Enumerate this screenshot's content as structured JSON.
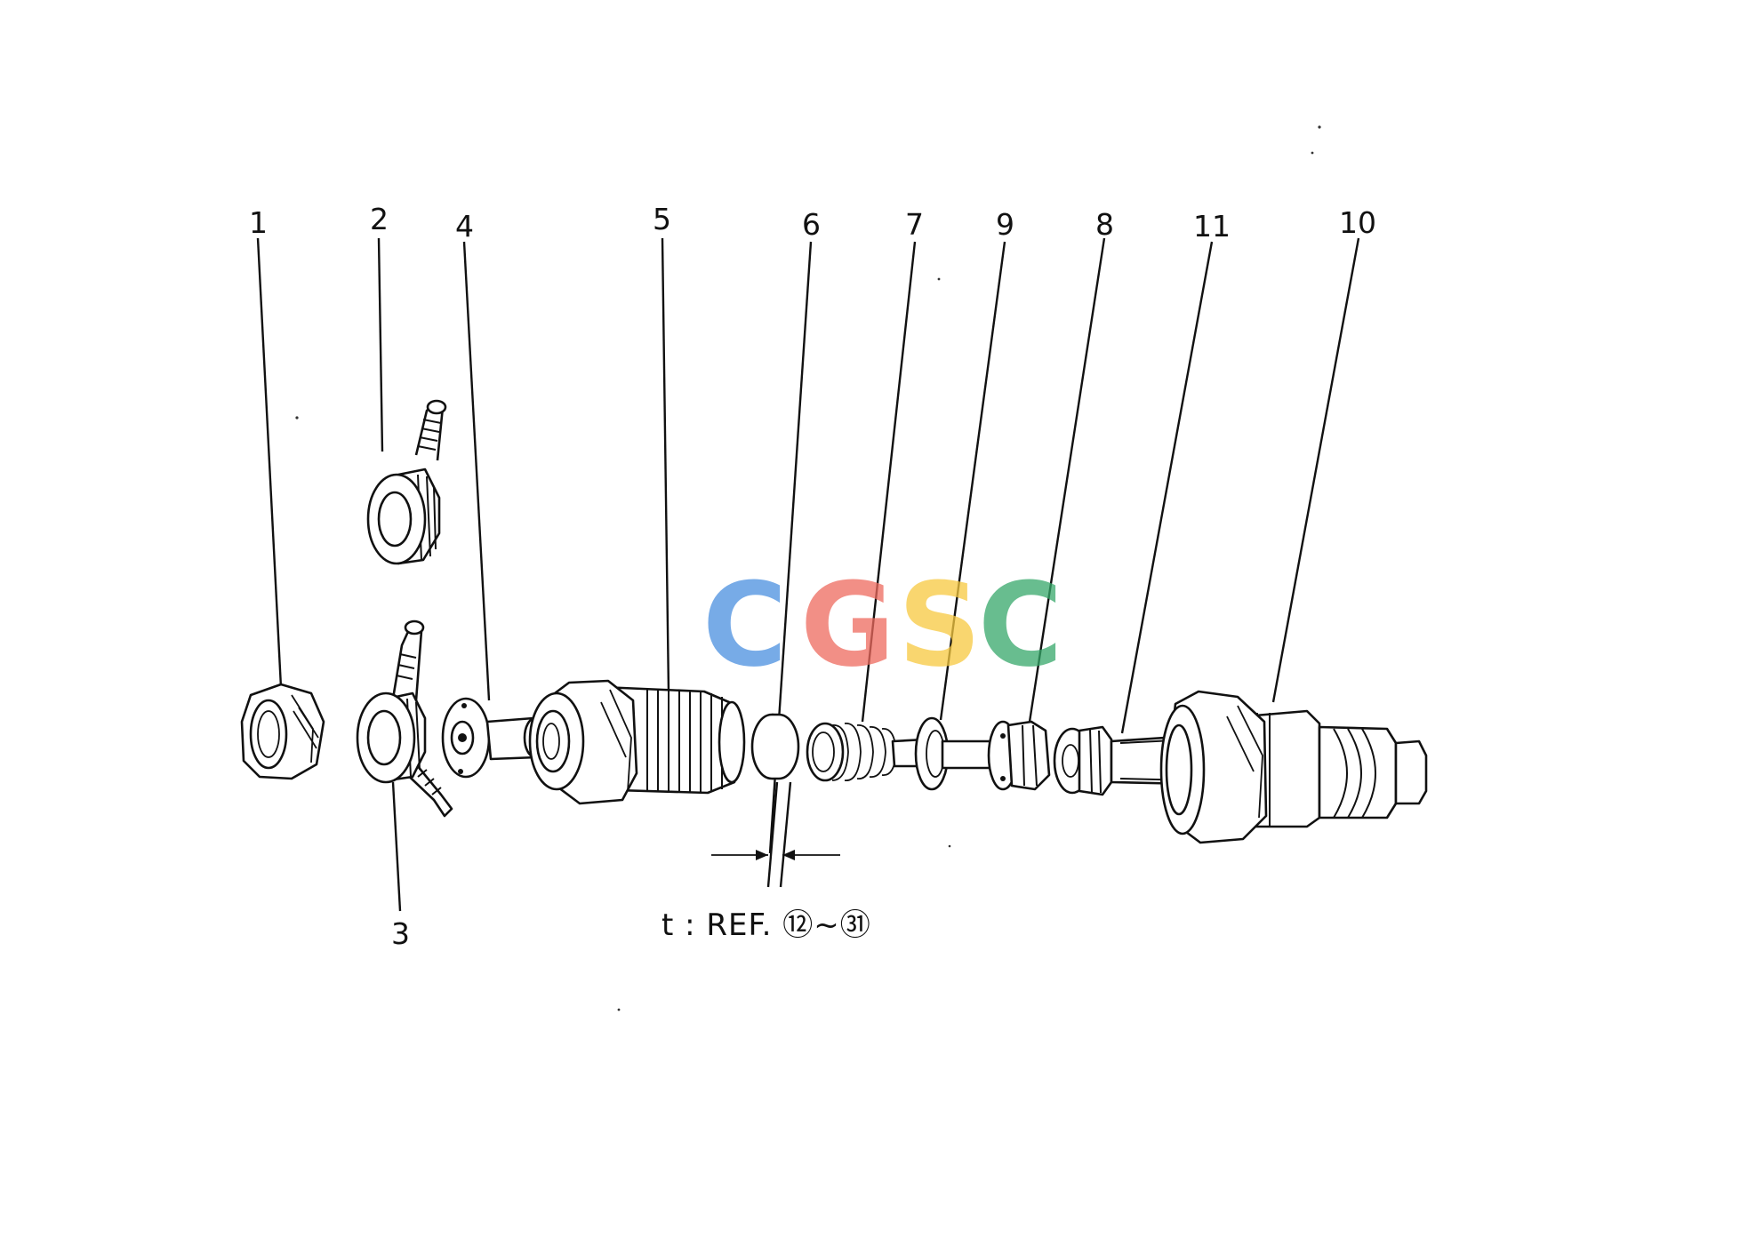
{
  "part_labels": {
    "p1": "1",
    "p2": "2",
    "p3": "3",
    "p4": "4",
    "p5": "5",
    "p6": "6",
    "p7": "7",
    "p8": "8",
    "p9": "9",
    "p10": "10",
    "p11": "11"
  },
  "reference_note": "t : REF. ⑫~㉛",
  "watermark": {
    "letters": [
      "C",
      "G",
      "S",
      "C"
    ],
    "colors": [
      "#4a8fe0",
      "#ee6a5e",
      "#f7c940",
      "#36a86a"
    ]
  }
}
